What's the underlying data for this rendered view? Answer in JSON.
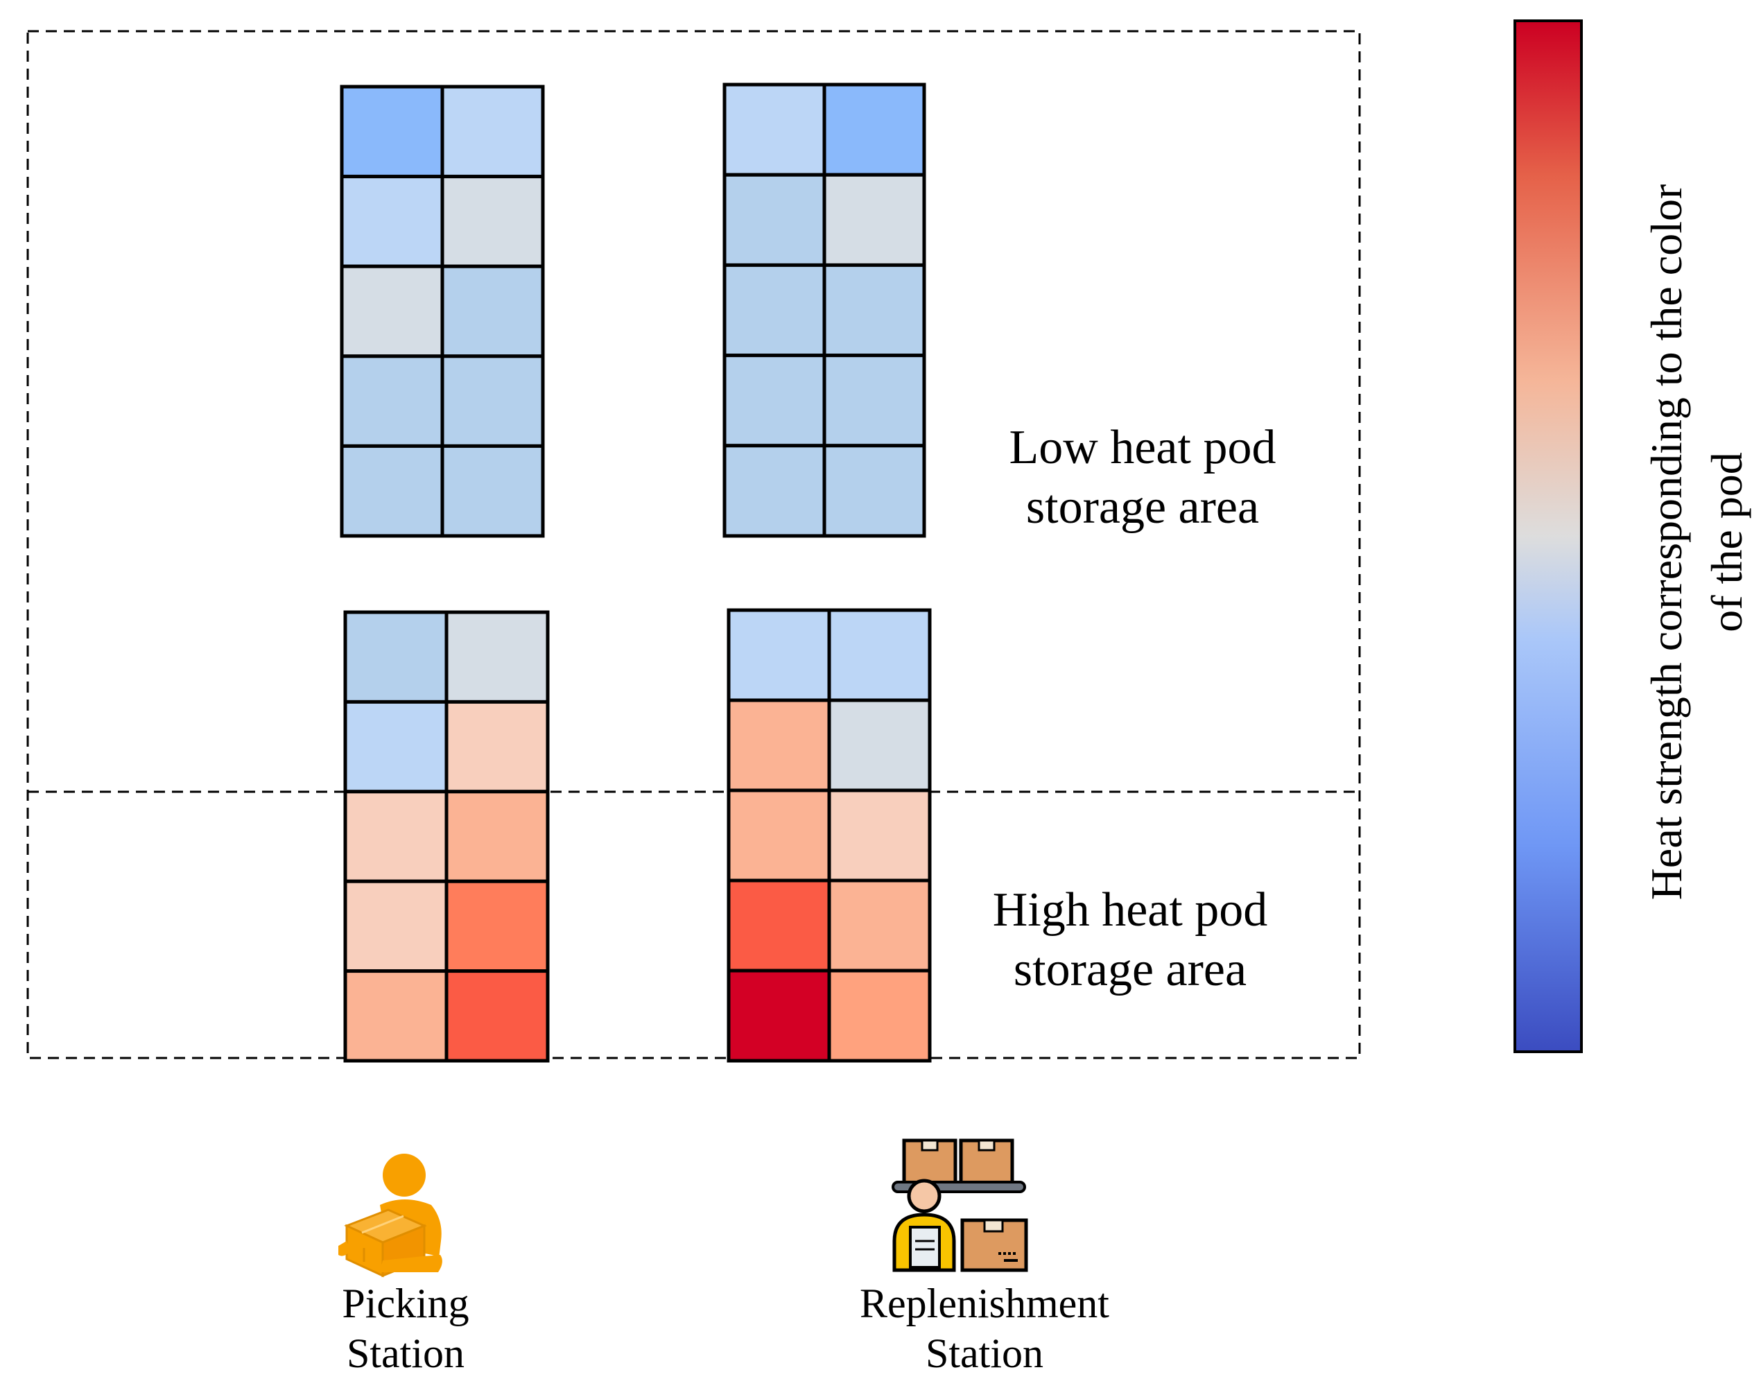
{
  "areas": {
    "low": {
      "line1": "Low heat pod",
      "line2": "storage area"
    },
    "high": {
      "line1": "High heat pod",
      "line2": "storage area"
    }
  },
  "stations": {
    "picking": {
      "line1": "Picking",
      "line2": "Station",
      "icon": "person-carrying-box-icon"
    },
    "replenishment": {
      "line1": "Replenishment",
      "line2": "Station",
      "icon": "worker-with-shelf-boxes-icon"
    }
  },
  "colorbar": {
    "line1": "Heat strength corresponding to the color",
    "line2": "of the pod",
    "colors": [
      "#3b4cc0",
      "#6f97f5",
      "#aac7f9",
      "#dddddd",
      "#f5b699",
      "#e56149",
      "#cc0022"
    ]
  },
  "pods": {
    "colors": {
      "cold": "#8ab9fb",
      "light": "#bcd6f6",
      "pale": "#b4d0ec",
      "neutral": "#d5dde5",
      "peach": "#f8cfbd",
      "salmon": "#fbb394",
      "coral": "#ff7d5b",
      "orange": "#fb5b45",
      "red": "#d30025",
      "light-salmon": "#ffa27e"
    },
    "racks": [
      {
        "name": "top-left",
        "cells": [
          [
            "cold",
            "light"
          ],
          [
            "light",
            "neutral"
          ],
          [
            "neutral",
            "pale"
          ],
          [
            "pale",
            "pale"
          ],
          [
            "pale",
            "pale"
          ]
        ]
      },
      {
        "name": "top-right",
        "cells": [
          [
            "light",
            "cold"
          ],
          [
            "pale",
            "neutral"
          ],
          [
            "pale",
            "pale"
          ],
          [
            "pale",
            "pale"
          ],
          [
            "pale",
            "pale"
          ]
        ]
      },
      {
        "name": "bottom-left",
        "cells": [
          [
            "pale",
            "neutral"
          ],
          [
            "light",
            "peach"
          ],
          [
            "peach",
            "salmon"
          ],
          [
            "peach",
            "coral"
          ],
          [
            "salmon",
            "orange"
          ]
        ]
      },
      {
        "name": "bottom-right",
        "cells": [
          [
            "light",
            "light"
          ],
          [
            "salmon",
            "neutral"
          ],
          [
            "salmon",
            "peach"
          ],
          [
            "orange",
            "salmon"
          ],
          [
            "red",
            "light-salmon"
          ]
        ]
      }
    ]
  }
}
